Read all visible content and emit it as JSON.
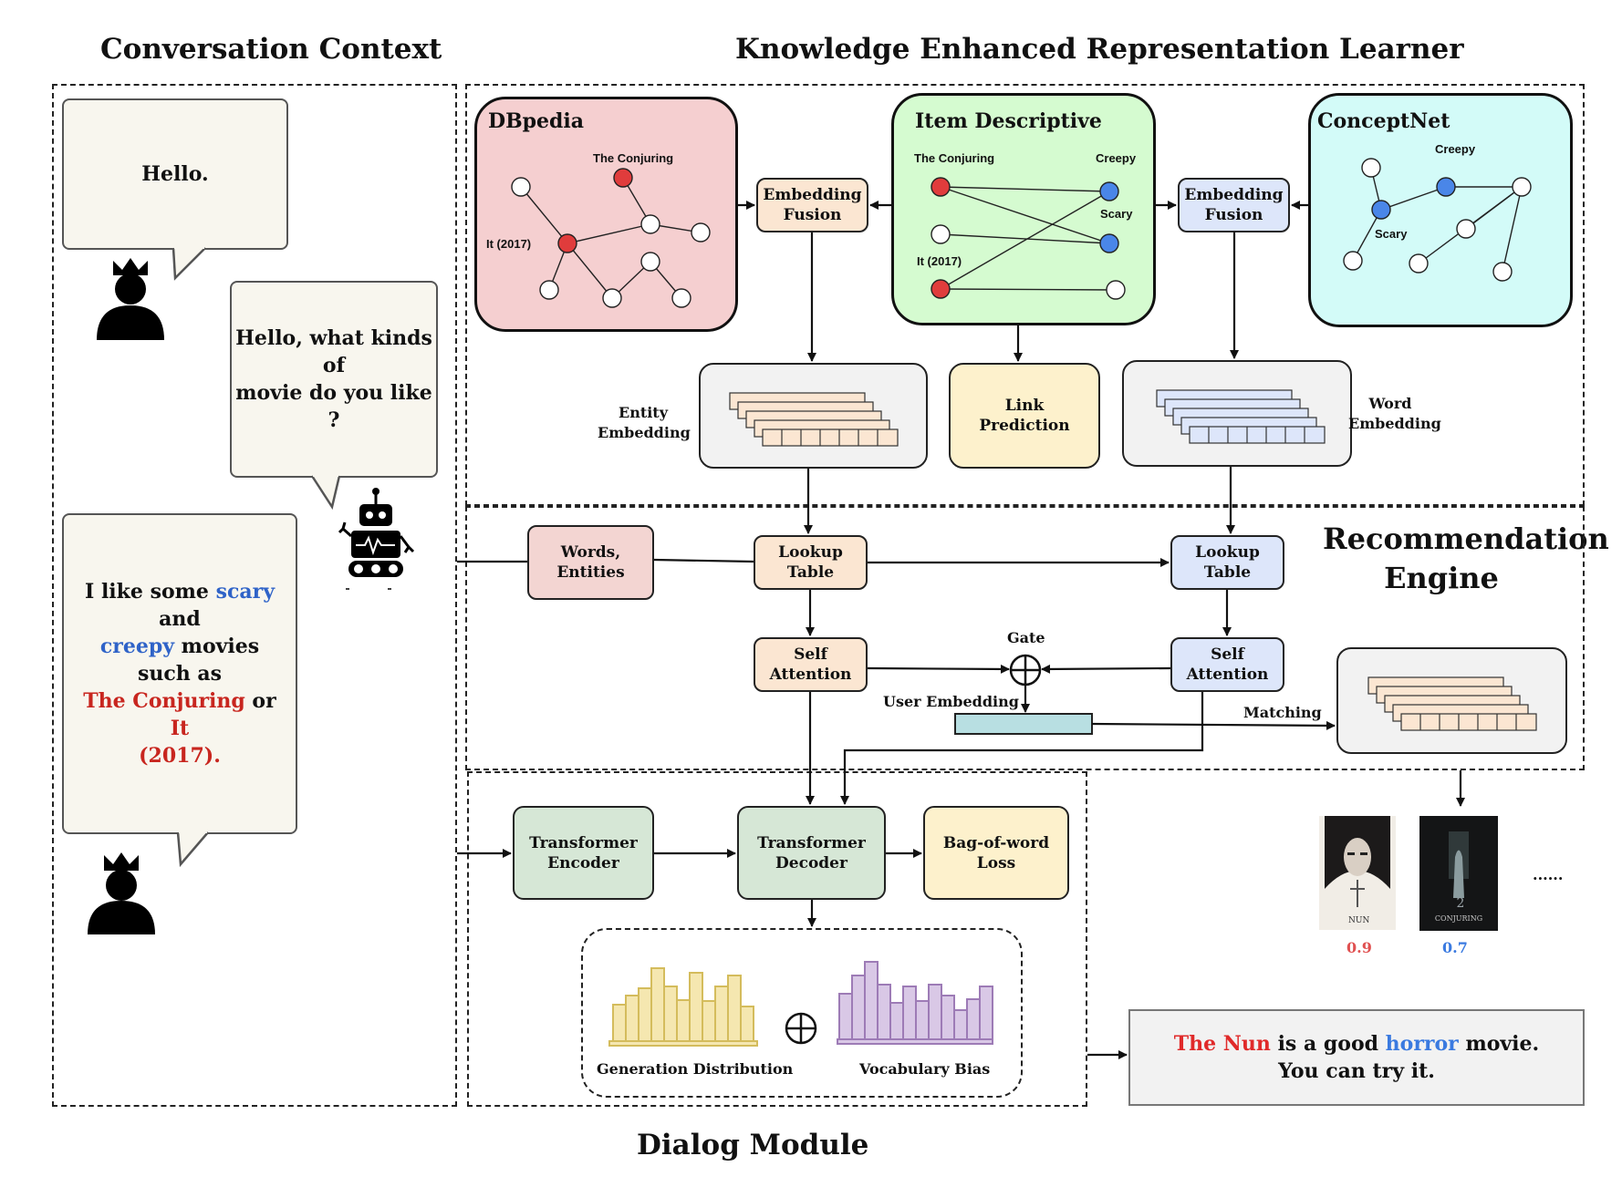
{
  "titles": {
    "conversation_context": "Conversation Context",
    "kerl": "Knowledge Enhanced Representation Learner",
    "recommendation_engine": [
      "Recommendation",
      "Engine"
    ],
    "dialog_module": "Dialog Module"
  },
  "conversation": {
    "user_greeting": "Hello.",
    "bot_question": [
      "Hello, what kinds of",
      "movie do you like ?"
    ],
    "user_reply": {
      "t1": "I like some ",
      "scary": "scary",
      "t2": " and",
      "creepy": "creepy",
      "t3": " movies such as",
      "conjuring": "The Conjuring",
      "t4": " or ",
      "it": "It",
      "year": "(2017)."
    }
  },
  "knowledge": {
    "dbpedia": {
      "title": "DBpedia",
      "node_labels": [
        "The Conjuring",
        "It (2017)"
      ]
    },
    "item_descriptive": {
      "title": "Item Descriptive",
      "node_labels": [
        "The Conjuring",
        "Creepy",
        "Scary",
        "It (2017)"
      ]
    },
    "conceptnet": {
      "title": "ConceptNet",
      "node_labels": [
        "Creepy",
        "Scary"
      ]
    },
    "embedding_fusion": [
      "Embedding",
      "Fusion"
    ],
    "entity_embedding": [
      "Entity",
      "Embedding"
    ],
    "link_prediction": [
      "Link",
      "Prediction"
    ],
    "word_embedding": [
      "Word",
      "Embedding"
    ]
  },
  "recommendation": {
    "words_entities": "Words, Entities",
    "lookup_table": [
      "Lookup",
      "Table"
    ],
    "self_attention": [
      "Self",
      "Attention"
    ],
    "gate": "Gate",
    "user_embedding": "User Embedding",
    "matching": "Matching",
    "scores": [
      "0.9",
      "0.7"
    ],
    "ellipsis": "......"
  },
  "dialog": {
    "transformer_encoder": [
      "Transformer",
      "Encoder"
    ],
    "transformer_decoder": [
      "Transformer",
      "Decoder"
    ],
    "bow_loss": [
      "Bag-of-word",
      "Loss"
    ],
    "generation_distribution": "Generation Distribution",
    "vocabulary_bias": "Vocabulary Bias",
    "response": {
      "nun": "The Nun",
      "t1": " is a good ",
      "horror": "horror",
      "t2": " movie.",
      "line2": "You can try it."
    }
  },
  "colors": {
    "red_entity": "#c8261f",
    "blue_word": "#2f63c8",
    "dbpedia_bg": "#f5cfd0",
    "item_bg": "#d5fbd0",
    "conceptnet_bg": "#d3fbf8",
    "orange_box": "#fbe6d2",
    "blue_box": "#dde6fa",
    "pink_box": "#f3d5d2",
    "green_box": "#d6e7d6",
    "yellow_box": "#fdf1cc",
    "teal_bar": "#b8dfe2",
    "yellow_hist": "#f5e7b0",
    "purple_hist": "#d9c8e6"
  }
}
